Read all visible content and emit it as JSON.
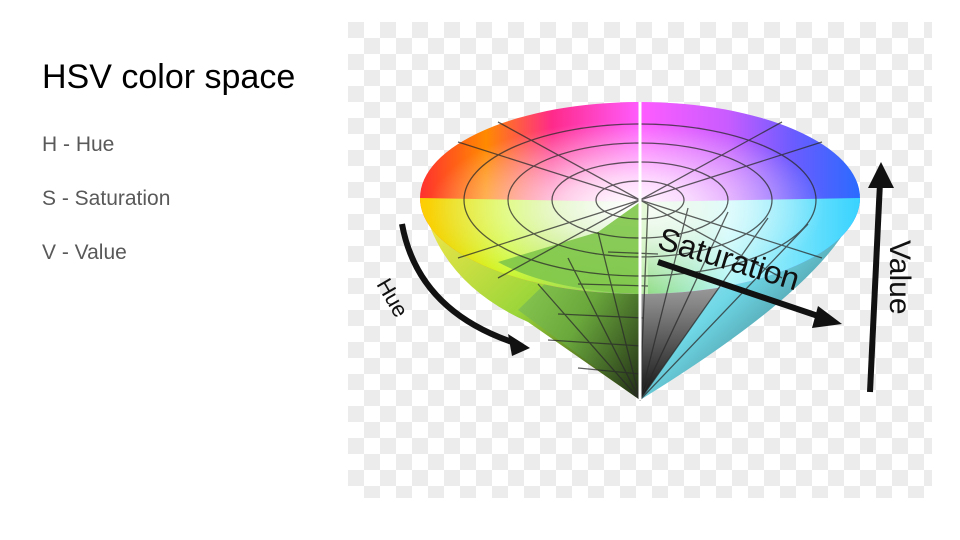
{
  "slide": {
    "title": "HSV color space",
    "bullets": [
      "H - Hue",
      "S - Saturation",
      "V - Value"
    ]
  },
  "diagram": {
    "labels": {
      "hue": "Hue",
      "saturation": "Saturation",
      "value": "Value"
    },
    "colors": {
      "checker_light": "#ffffff",
      "checker_dark": "#ececec",
      "arrow": "#111111",
      "wireframe": "#2a2a2a"
    }
  }
}
